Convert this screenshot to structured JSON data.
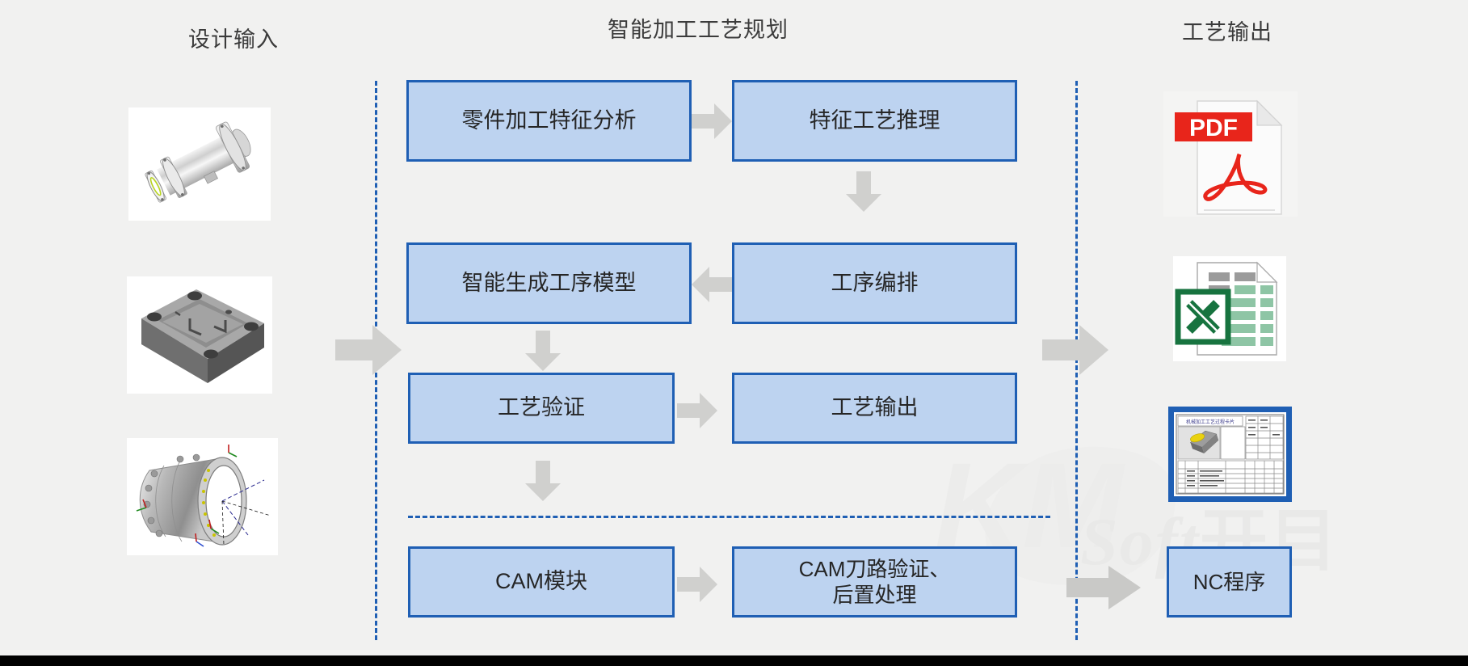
{
  "page": {
    "background": "#f1f1f0",
    "accent_border": "#1f5fb4",
    "box_fill": "#bdd3f0",
    "arrow_color": "#d0d0ce",
    "title_color": "#3b3b3b"
  },
  "columns": {
    "design_input_title": "设计输入",
    "planning_title": "智能加工工艺规划",
    "output_title": "工艺输出"
  },
  "design_inputs": [
    {
      "name": "shaft-housing-model",
      "caption": ""
    },
    {
      "name": "mold-base-model",
      "caption": ""
    },
    {
      "name": "engine-casing-model",
      "caption": ""
    }
  ],
  "process_boxes": [
    {
      "id": "feature-analysis",
      "label": "零件加工特征分析"
    },
    {
      "id": "feature-reason",
      "label": "特征工艺推理"
    },
    {
      "id": "gen-model",
      "label": "智能生成工序模型"
    },
    {
      "id": "seq-arrange",
      "label": "工序编排"
    },
    {
      "id": "verify",
      "label": "工艺验证"
    },
    {
      "id": "output",
      "label": "工艺输出"
    },
    {
      "id": "cam",
      "label": "CAM模块"
    },
    {
      "id": "cam-verify",
      "label_line1": "CAM刀路验证、",
      "label_line2": "后置处理"
    },
    {
      "id": "nc",
      "label": "NC程序"
    }
  ],
  "outputs": [
    {
      "id": "pdf",
      "icon": "pdf-file-icon",
      "label": "PDF"
    },
    {
      "id": "excel",
      "icon": "excel-spreadsheet-icon",
      "label": ""
    },
    {
      "id": "sheet",
      "icon": "process-sheet-icon",
      "label": ""
    }
  ],
  "watermark": {
    "brand": "KM",
    "soft": "Soft",
    "cn": "开目"
  }
}
